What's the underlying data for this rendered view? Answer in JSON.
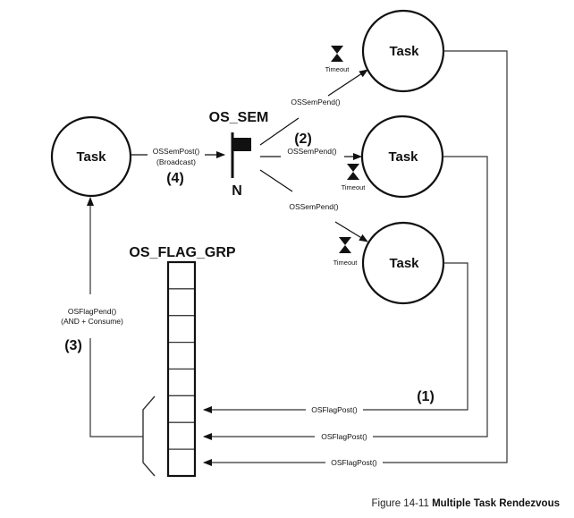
{
  "diagram": {
    "tasks": {
      "left": "Task",
      "top_right": "Task",
      "middle_right": "Task",
      "bottom_right": "Task"
    },
    "semaphore": {
      "label": "OS_SEM",
      "count_label": "N"
    },
    "flag_group": {
      "label": "OS_FLAG_GRP",
      "bit_count": 8
    },
    "edges": {
      "sem_post": "OSSemPost()",
      "sem_post_mode": "(Broadcast)",
      "sem_pend_top": "OSSemPend()",
      "sem_pend_middle": "OSSemPend()",
      "sem_pend_bottom": "OSSemPend()",
      "flag_pend": "OSFlagPend()",
      "flag_pend_mode": "(AND + Consume)",
      "flag_post_1": "OSFlagPost()",
      "flag_post_2": "OSFlagPost()",
      "flag_post_3": "OSFlagPost()"
    },
    "timeouts": {
      "top": "Timeout",
      "middle": "Timeout",
      "bottom": "Timeout"
    },
    "steps": {
      "one": "(1)",
      "two": "(2)",
      "three": "(3)",
      "four": "(4)"
    },
    "caption": {
      "prefix": "Figure 14-11 ",
      "title": "Multiple Task Rendezvous"
    }
  }
}
